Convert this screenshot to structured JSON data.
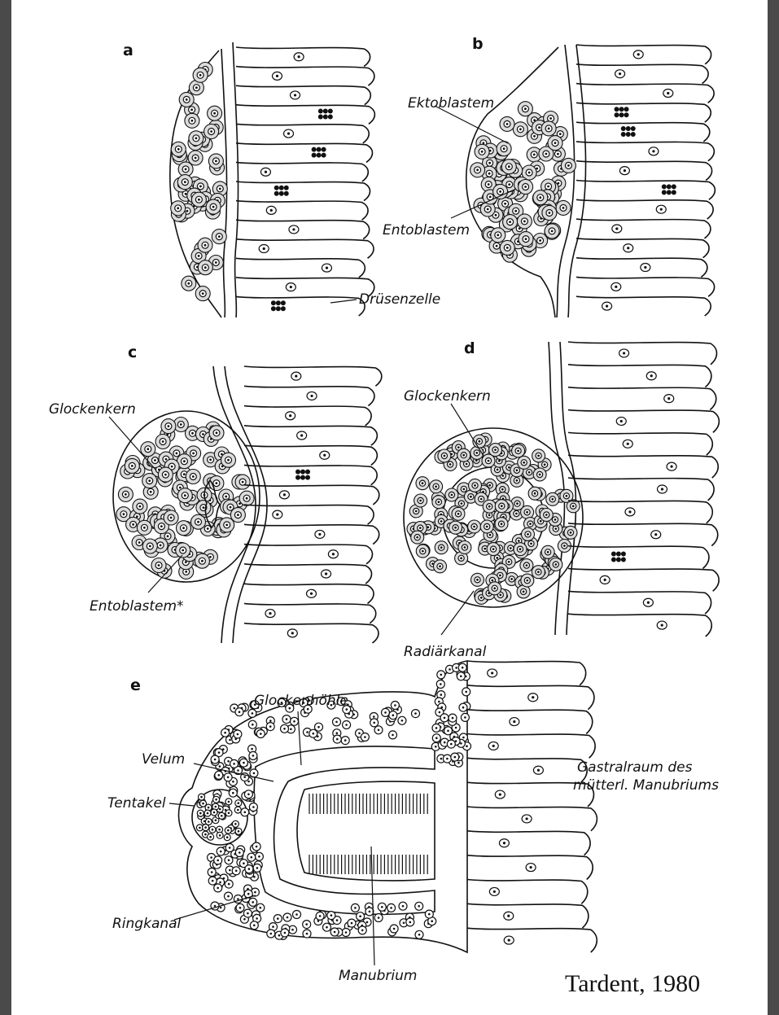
{
  "figure": {
    "panels": {
      "a": {
        "letter": "a",
        "labels": {
          "druesenzelle": "Drüsenzelle"
        }
      },
      "b": {
        "letter": "b",
        "labels": {
          "ektoblastem": "Ektoblastem",
          "entoblastem": "Entoblastem"
        }
      },
      "c": {
        "letter": "c",
        "labels": {
          "glockenkern": "Glockenkern",
          "entoblastem": "Entoblastem*"
        }
      },
      "d": {
        "letter": "d",
        "labels": {
          "glockenkern": "Glockenkern",
          "radiaerkanal": "Radiärkanal"
        }
      },
      "e": {
        "letter": "e",
        "labels": {
          "glockenhoehle": "Glockenhöhle",
          "velum": "Velum",
          "tentakel": "Tentakel",
          "ringkanal": "Ringkanal",
          "manubrium": "Manubrium",
          "gastralraum_line1": "Gastralraum des",
          "gastralraum_line2": "mütterl. Manubriums"
        }
      }
    },
    "credit": "Tardent, 1980"
  },
  "colors": {
    "frame": "#4a4a4a",
    "paper": "#ffffff",
    "ink": "#111111",
    "shading": "#dcdcdc"
  }
}
